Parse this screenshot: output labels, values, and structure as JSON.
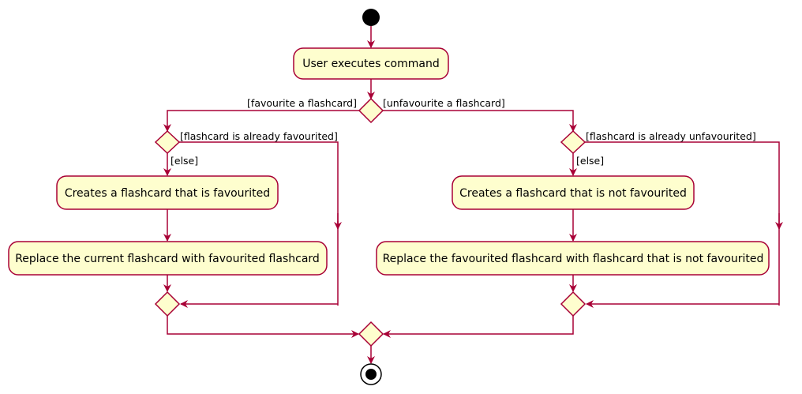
{
  "colors": {
    "line": "#A80036",
    "activity_fill": "#FEFECE",
    "node": "#000000"
  },
  "actions": {
    "execute": "User executes command",
    "create_favourited": "Creates a flashcard that is favourited",
    "replace_favourited": "Replace the current flashcard with favourited flashcard",
    "create_unfavourited": "Creates a flashcard that is not favourited",
    "replace_unfavourited": "Replace the favourited flashcard with flashcard that is not favourited"
  },
  "guards": {
    "favourite": "[favourite a flashcard]",
    "unfavourite": "[unfavourite a flashcard]",
    "already_favourited": "[flashcard is already favourited]",
    "already_unfavourited": "[flashcard is already unfavourited]",
    "else_left": "[else]",
    "else_right": "[else]"
  }
}
